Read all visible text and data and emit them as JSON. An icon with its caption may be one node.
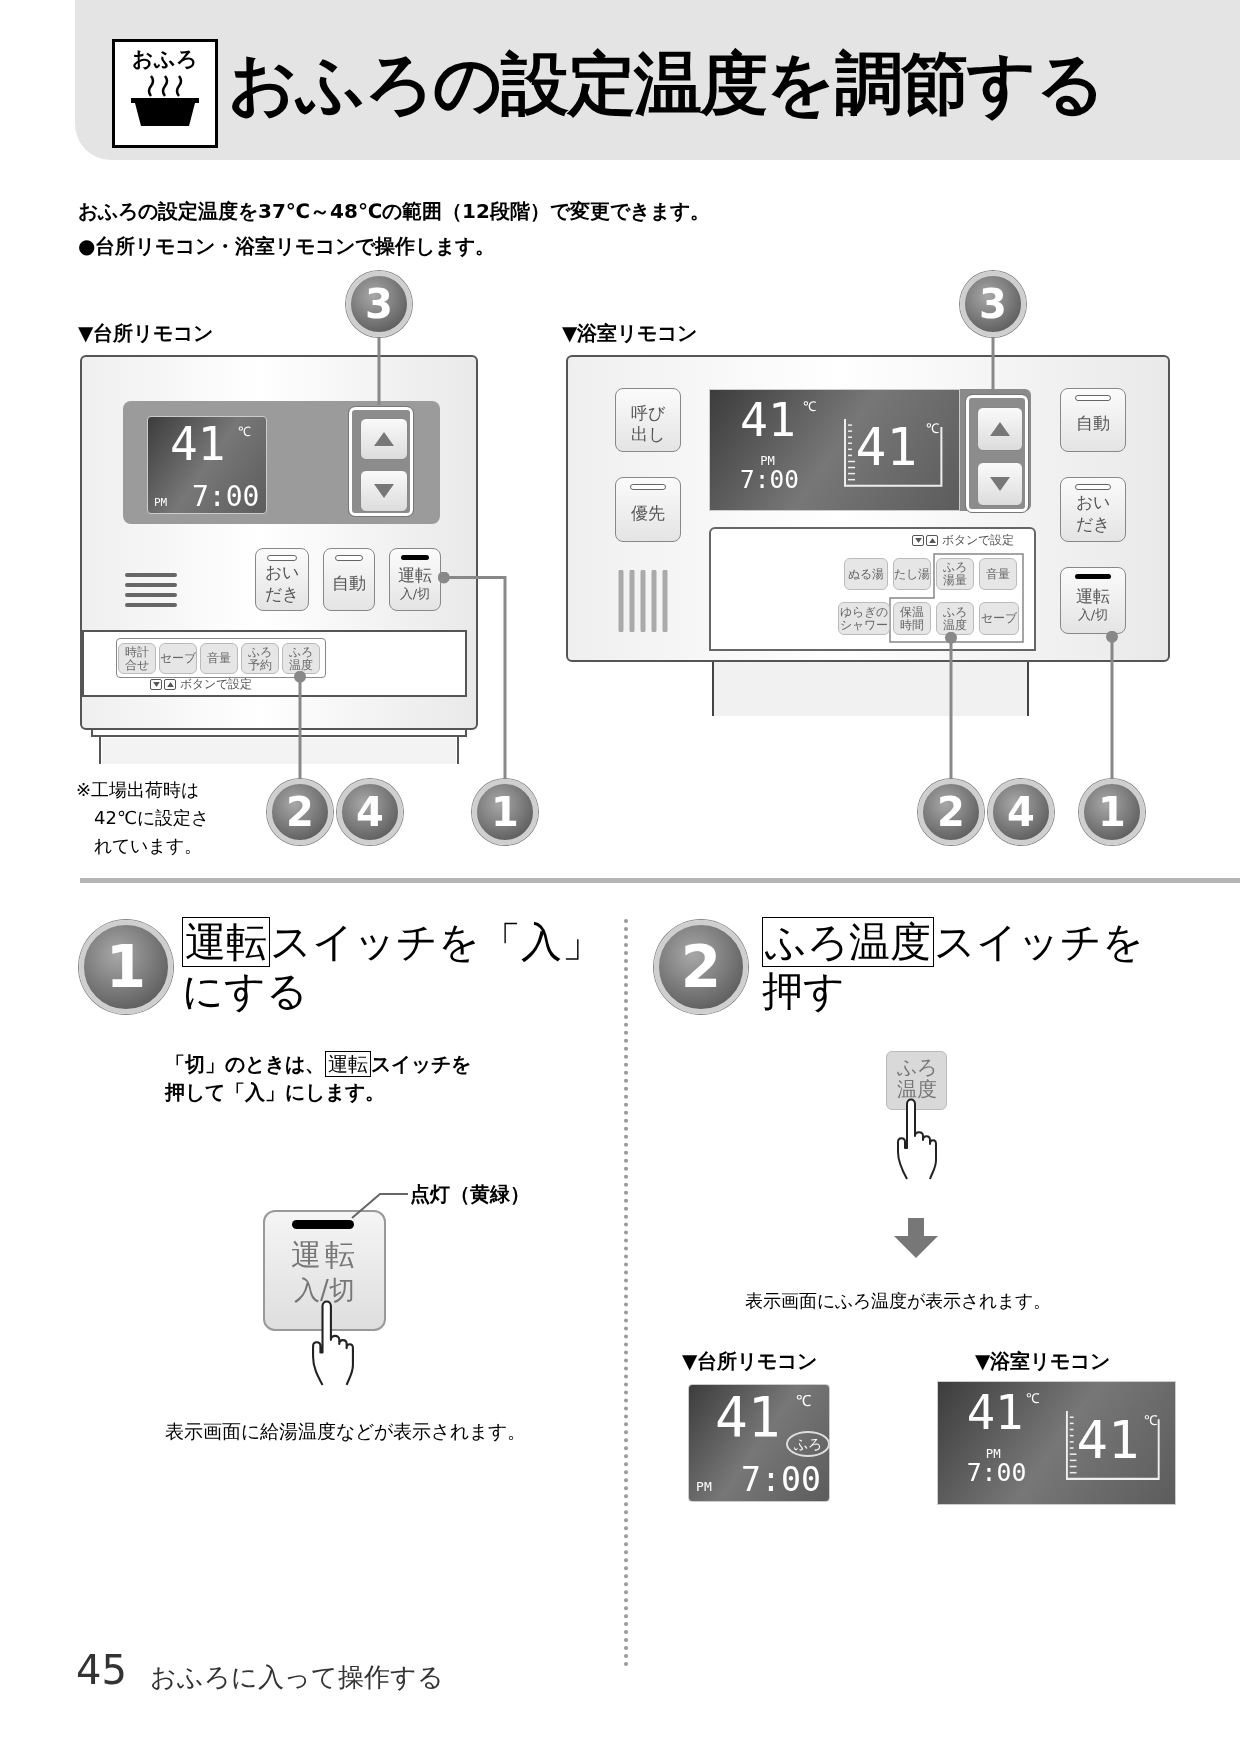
{
  "diagram": {
    "title": "おふろの設定温度を調節する",
    "nodes": [
      {
        "text": [
          "おふろ"
        ]
      },
      {
        "text": [
          "3"
        ]
      },
      {
        "text": [],
        "shape": "box"
      },
      {
        "text": [
          "41",
          "℃",
          "PM",
          "7:00"
        ],
        "in": 2
      },
      {
        "text": [],
        "shape": "box",
        "in": 2
      },
      {
        "text": [],
        "shape": "box",
        "in": 4
      },
      {
        "text": [],
        "shape": "box",
        "in": 4
      },
      {
        "text": [
          "おいだき"
        ],
        "in": 2
      },
      {
        "text": [
          "自動"
        ],
        "in": 2
      },
      {
        "text": [
          "運転",
          "入/切"
        ],
        "in": 2
      },
      {
        "text": [
          "時計合せ"
        ],
        "in": 2
      },
      {
        "text": [
          "セーブ"
        ],
        "in": 2
      },
      {
        "text": [
          "音量"
        ],
        "in": 2
      },
      {
        "text": [
          "ふろ予約"
        ],
        "in": 2
      },
      {
        "text": [
          "ふろ温度"
        ],
        "in": 2
      },
      {
        "text": [
          "2"
        ]
      },
      {
        "text": [
          "4"
        ]
      },
      {
        "text": [
          "1"
        ]
      },
      {
        "text": [
          "3"
        ]
      },
      {
        "text": [],
        "shape": "box"
      },
      {
        "text": [
          "呼び出し"
        ],
        "in": 19
      },
      {
        "text": [
          "優先"
        ],
        "in": 19
      },
      {
        "text": [
          "41",
          "℃",
          "PM",
          "7:00",
          "41",
          "℃"
        ],
        "in": 19
      },
      {
        "text": [],
        "shape": "box",
        "in": 19
      },
      {
        "text": [],
        "shape": "box",
        "in": 23
      },
      {
        "text": [],
        "shape": "box",
        "in": 23
      },
      {
        "text": [
          "自動"
        ],
        "in": 19
      },
      {
        "text": [
          "おいだき"
        ],
        "in": 19
      },
      {
        "text": [
          "運転",
          "入/切"
        ],
        "in": 19
      },
      {
        "text": [
          "ぬる湯"
        ],
        "in": 19
      },
      {
        "text": [
          "たし湯"
        ],
        "in": 19
      },
      {
        "text": [
          "ふろ湯量"
        ],
        "in": 19
      },
      {
        "text": [
          "音量"
        ],
        "in": 19
      },
      {
        "text": [
          "ゆらぎのシャワー"
        ],
        "in": 19
      },
      {
        "text": [
          "保温時間"
        ],
        "in": 19
      },
      {
        "text": [
          "ふろ温度"
        ],
        "in": 19
      },
      {
        "text": [
          "セーブ"
        ],
        "in": 19
      },
      {
        "text": [
          "2"
        ]
      },
      {
        "text": [
          "4"
        ]
      },
      {
        "text": [
          "1"
        ]
      },
      {
        "text": [
          "1"
        ]
      },
      {
        "text": [
          "運転"
        ]
      },
      {
        "text": [
          "運転"
        ]
      },
      {
        "text": [
          "運転",
          "入/切"
        ]
      },
      {
        "text": [],
        "shape": "bar",
        "in": 43
      },
      {
        "text": [
          "点灯（黄緑）"
        ]
      },
      {
        "text": [
          "2"
        ]
      },
      {
        "text": [
          "ふろ温度"
        ]
      },
      {
        "text": [
          "ふろ温度"
        ]
      },
      {
        "text": [
          "41",
          "℃",
          "PM",
          "7:00"
        ]
      },
      {
        "text": [
          "ふろ"
        ],
        "in": 49
      },
      {
        "text": [
          "41",
          "℃",
          "PM",
          "7:00",
          "41",
          "℃"
        ]
      }
    ],
    "edges": [
      {
        "from": 1,
        "to": 4,
        "arrow": "none"
      },
      {
        "from": 15,
        "to": 14,
        "arrow": "other"
      },
      {
        "from": 17,
        "to": 9,
        "arrow": "other"
      },
      {
        "from": 18,
        "to": 23,
        "arrow": "none"
      },
      {
        "from": 37,
        "to": 35,
        "arrow": "other"
      },
      {
        "from": 39,
        "to": 28,
        "arrow": "other"
      },
      {
        "from": 45,
        "to": 44,
        "arrow": "none"
      }
    ],
    "labels": [
      "おふろの設定温度を37℃～48℃の範囲（12段階）で変更できます。",
      "●台所リモコン・浴室リモコンで操作します。",
      "▼台所リモコン",
      "▼浴室リモコン",
      "ボタンで設定",
      "ボタンで設定",
      "※工場出荷時は42℃に設定されています。",
      "スイッチを「入」にする",
      "「切」のときは、",
      "スイッチを押して「入」にします。",
      "表示画面に給湯温度などが表示されます。",
      "スイッチを押す",
      "表示画面にふろ温度が表示されます。",
      "▼台所リモコン",
      "▼浴室リモコン",
      "45",
      "おふろに入って操作する"
    ]
  }
}
